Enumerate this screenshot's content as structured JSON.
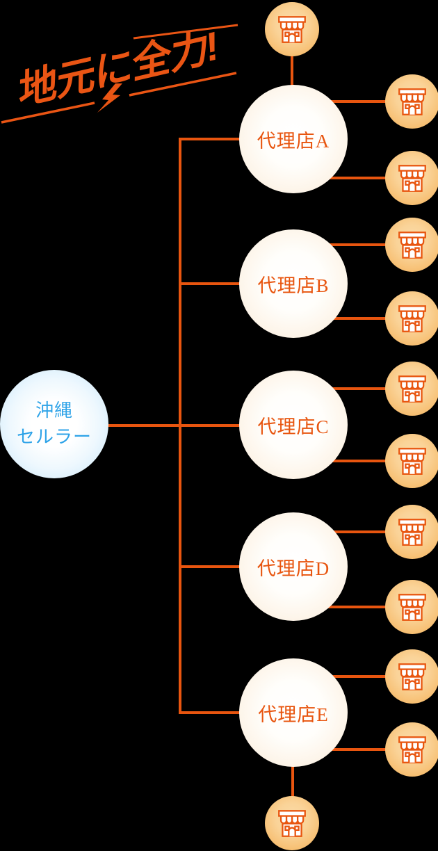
{
  "slogan": {
    "text": "地元に全力!"
  },
  "root": {
    "name_line1": "沖縄",
    "name_line2": "セルラー"
  },
  "agencies": [
    {
      "label": "代理店A"
    },
    {
      "label": "代理店B"
    },
    {
      "label": "代理店C"
    },
    {
      "label": "代理店D"
    },
    {
      "label": "代理店E"
    }
  ],
  "icons": {
    "store": "storefront-icon",
    "slogan_bolt": "lightning-bolt-icon"
  },
  "colors": {
    "background": "#000000",
    "connector_orange": "#e8550f",
    "slogan_orange": "#ea5514",
    "agency_text_orange": "#e8550f",
    "root_text_blue": "#2ea3e8",
    "store_circle_fill": "#f5ae55",
    "agency_circle_edge": "#f7e2c6",
    "root_circle_edge": "#c5e8fa"
  }
}
